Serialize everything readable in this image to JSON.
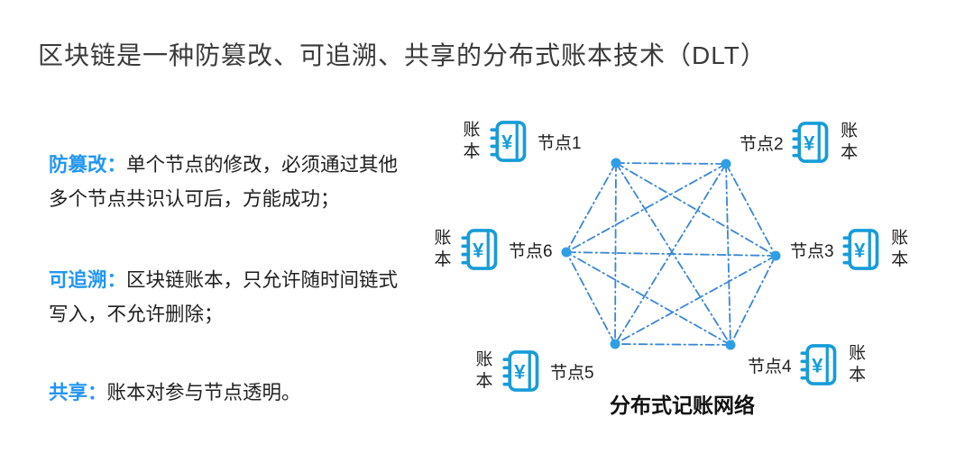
{
  "title": "区块链是一种防篡改、可追溯、共享的分布式账本技术（DLT）",
  "points": [
    {
      "term": "防篡改：",
      "text": "单个节点的修改，必须通过其他多个节点共识认可后，方能成功；"
    },
    {
      "term": "可追溯：",
      "text": "区块链账本，只允许随时间链式写入，不允许删除；"
    },
    {
      "term": "共享：",
      "text": "账本对参与节点透明。"
    }
  ],
  "diagram": {
    "caption": "分布式记账网络",
    "ledger_label": "账本",
    "currency_symbol": "¥",
    "nodes": [
      {
        "label": "节点1"
      },
      {
        "label": "节点2"
      },
      {
        "label": "节点3"
      },
      {
        "label": "节点4"
      },
      {
        "label": "节点5"
      },
      {
        "label": "节点6"
      }
    ],
    "colors": {
      "term_blue": "#2196F3",
      "icon_blue": "#169CD8",
      "line_blue": "#3A86D6",
      "node_dot_blue": "#2F9FE5",
      "text_dark": "#1F1F1F"
    }
  }
}
